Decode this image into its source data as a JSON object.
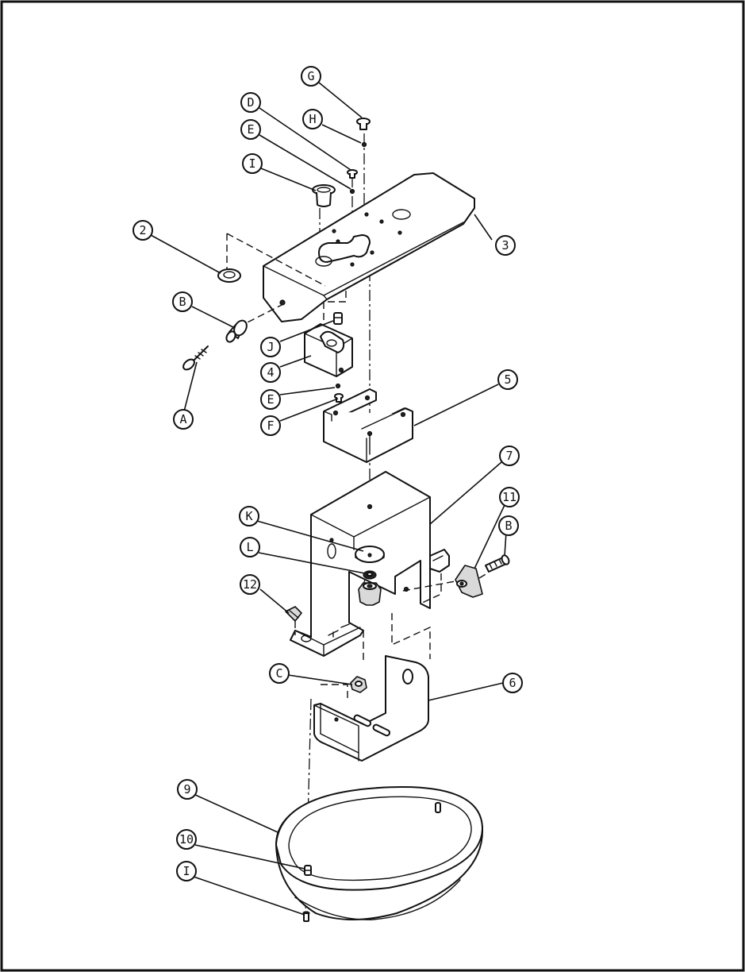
{
  "callouts": {
    "G": "G",
    "H": "H",
    "D": "D",
    "E_top": "E",
    "I_top": "I",
    "two": "2",
    "three": "3",
    "B_top": "B",
    "J": "J",
    "four": "4",
    "E_mid": "E",
    "F": "F",
    "A": "A",
    "five": "5",
    "seven": "7",
    "eleven": "11",
    "B_right": "B",
    "K": "K",
    "L": "L",
    "twelve": "12",
    "C": "C",
    "six": "6",
    "nine": "9",
    "ten": "10",
    "I_bottom": "I"
  }
}
